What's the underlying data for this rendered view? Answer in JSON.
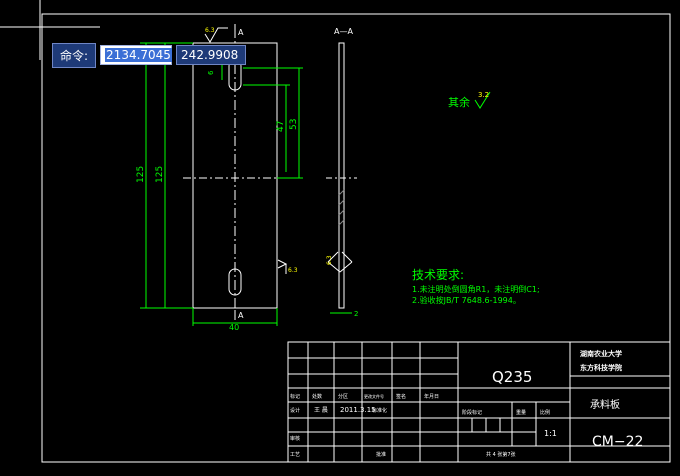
{
  "command": {
    "label": "命令:",
    "x_value": "2134.7045",
    "y_value": "242.9908"
  },
  "section_label": "A—A",
  "view_markers": [
    "A",
    "A"
  ],
  "roughness": {
    "top": "6.3",
    "side": "6.3",
    "section": "6.3",
    "rest_label": "其余",
    "rest_value": "3.2"
  },
  "dimensions": {
    "overall_a": "125",
    "overall_b": "125",
    "d53": "53",
    "d47": "47",
    "d6": "6",
    "width": "40",
    "thick": "2"
  },
  "notes": {
    "title": "技术要求:",
    "lines": [
      "1.未注明处倒圆角R1，未注明倒C1;",
      "2.验收按JB/T 7648.6-1994。"
    ]
  },
  "title_block": {
    "material": "Q235",
    "school_1": "湖南农业大学",
    "school_2": "东方科技学院",
    "part_name": "承料板",
    "drawing_no": "CM−22",
    "date": "2011.3.15",
    "std": "标准化",
    "designer": "王 晨",
    "scale": "1:1",
    "sheet": "共 4 张第7张",
    "stage_label": "阶段标记",
    "weight_label": "重量",
    "ratio_label": "比例",
    "row_labels": [
      "标记",
      "处数",
      "分区",
      "更改文件号",
      "签名",
      "年月日"
    ],
    "design_label": "设计",
    "review_label": "审核",
    "process_label": "工艺",
    "approve_label": "批准"
  }
}
